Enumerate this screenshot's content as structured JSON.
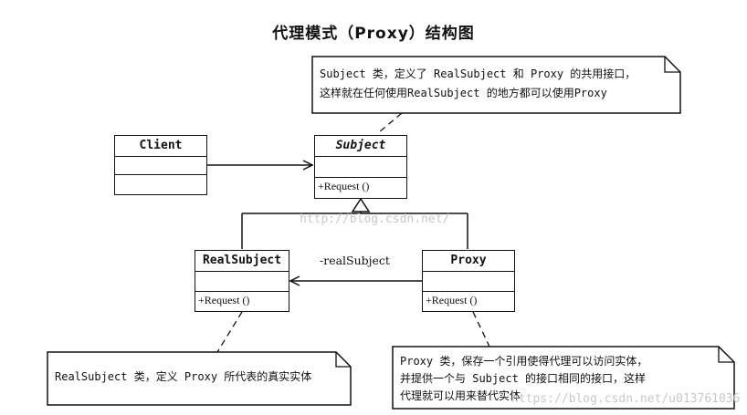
{
  "title": "代理模式（Proxy）结构图",
  "classes": {
    "client": {
      "name": "Client"
    },
    "subject": {
      "name": "Subject",
      "operation": "+Request ()"
    },
    "real_subject": {
      "name": "RealSubject",
      "operation": "+Request ()"
    },
    "proxy": {
      "name": "Proxy",
      "operation": "+Request ()"
    }
  },
  "association_label": "-realSubject",
  "notes": {
    "subject": [
      "Subject 类，定义了 RealSubject 和 Proxy 的共用接口，",
      "这样就在任何使用RealSubject 的地方都可以使用Proxy"
    ],
    "real_subject": [
      "RealSubject 类，定义 Proxy 所代表的真实实体"
    ],
    "proxy": [
      "Proxy 类，保存一个引用使得代理可以访问实体，",
      "并提供一个与 Subject 的接口相同的接口，这样",
      "代理就可以用来替代实体"
    ]
  },
  "watermarks": {
    "center": "http://blog.csdn.net/",
    "corner": "https://blog.csdn.net/u013761036"
  }
}
